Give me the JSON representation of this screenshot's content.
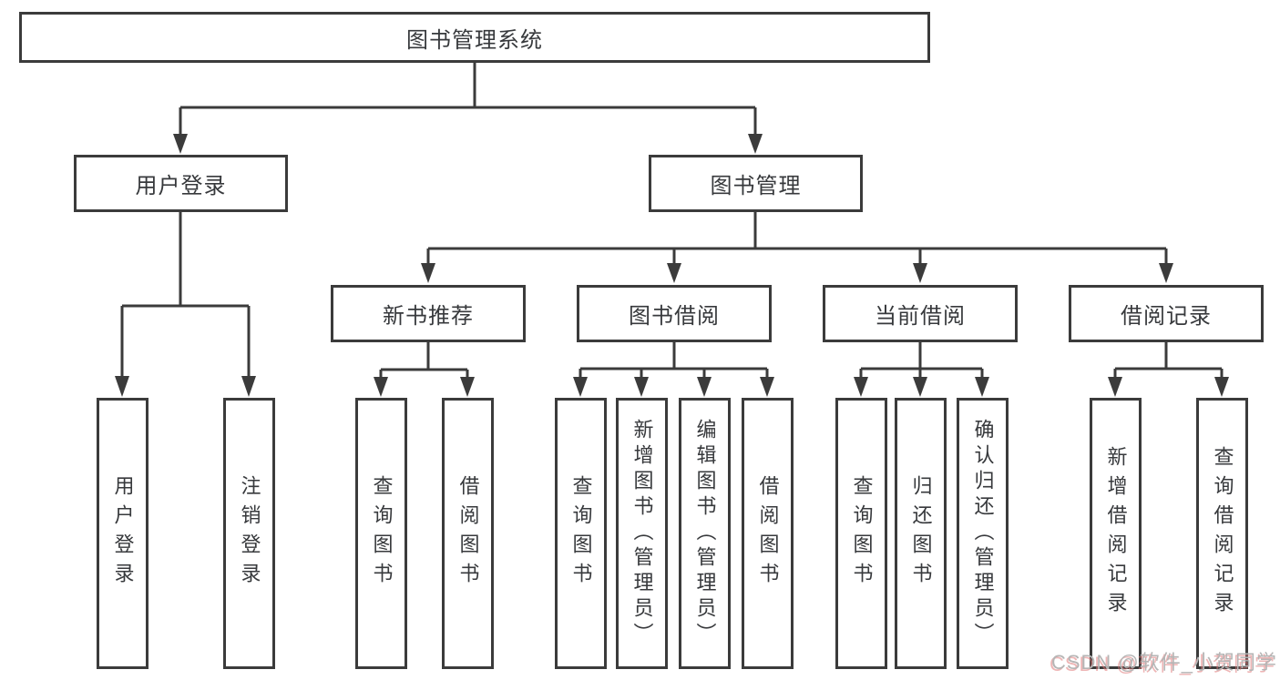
{
  "diagram": {
    "root": {
      "label": "图书管理系统"
    },
    "branches": [
      {
        "label": "用户登录",
        "children": [
          {
            "label": "用户登录"
          },
          {
            "label": "注销登录"
          }
        ]
      },
      {
        "label": "图书管理",
        "children": [
          {
            "label": "新书推荐",
            "children": [
              {
                "label": "查询图书"
              },
              {
                "label": "借阅图书"
              }
            ]
          },
          {
            "label": "图书借阅",
            "children": [
              {
                "label": "查询图书"
              },
              {
                "label": "新增图书（管理员）"
              },
              {
                "label": "编辑图书（管理员）"
              },
              {
                "label": "借阅图书"
              }
            ]
          },
          {
            "label": "当前借阅",
            "children": [
              {
                "label": "查询图书"
              },
              {
                "label": "归还图书"
              },
              {
                "label": "确认归还（管理员）"
              }
            ]
          },
          {
            "label": "借阅记录",
            "children": [
              {
                "label": "新增借阅记录"
              },
              {
                "label": "查询借阅记录"
              }
            ]
          }
        ]
      }
    ],
    "watermark": "CSDN @软件_小贺同学",
    "colors": {
      "line": "#3b3b3b",
      "text": "#37393c",
      "watermark_gray": "#b5b5b5",
      "watermark_accent": "#e07878"
    }
  }
}
